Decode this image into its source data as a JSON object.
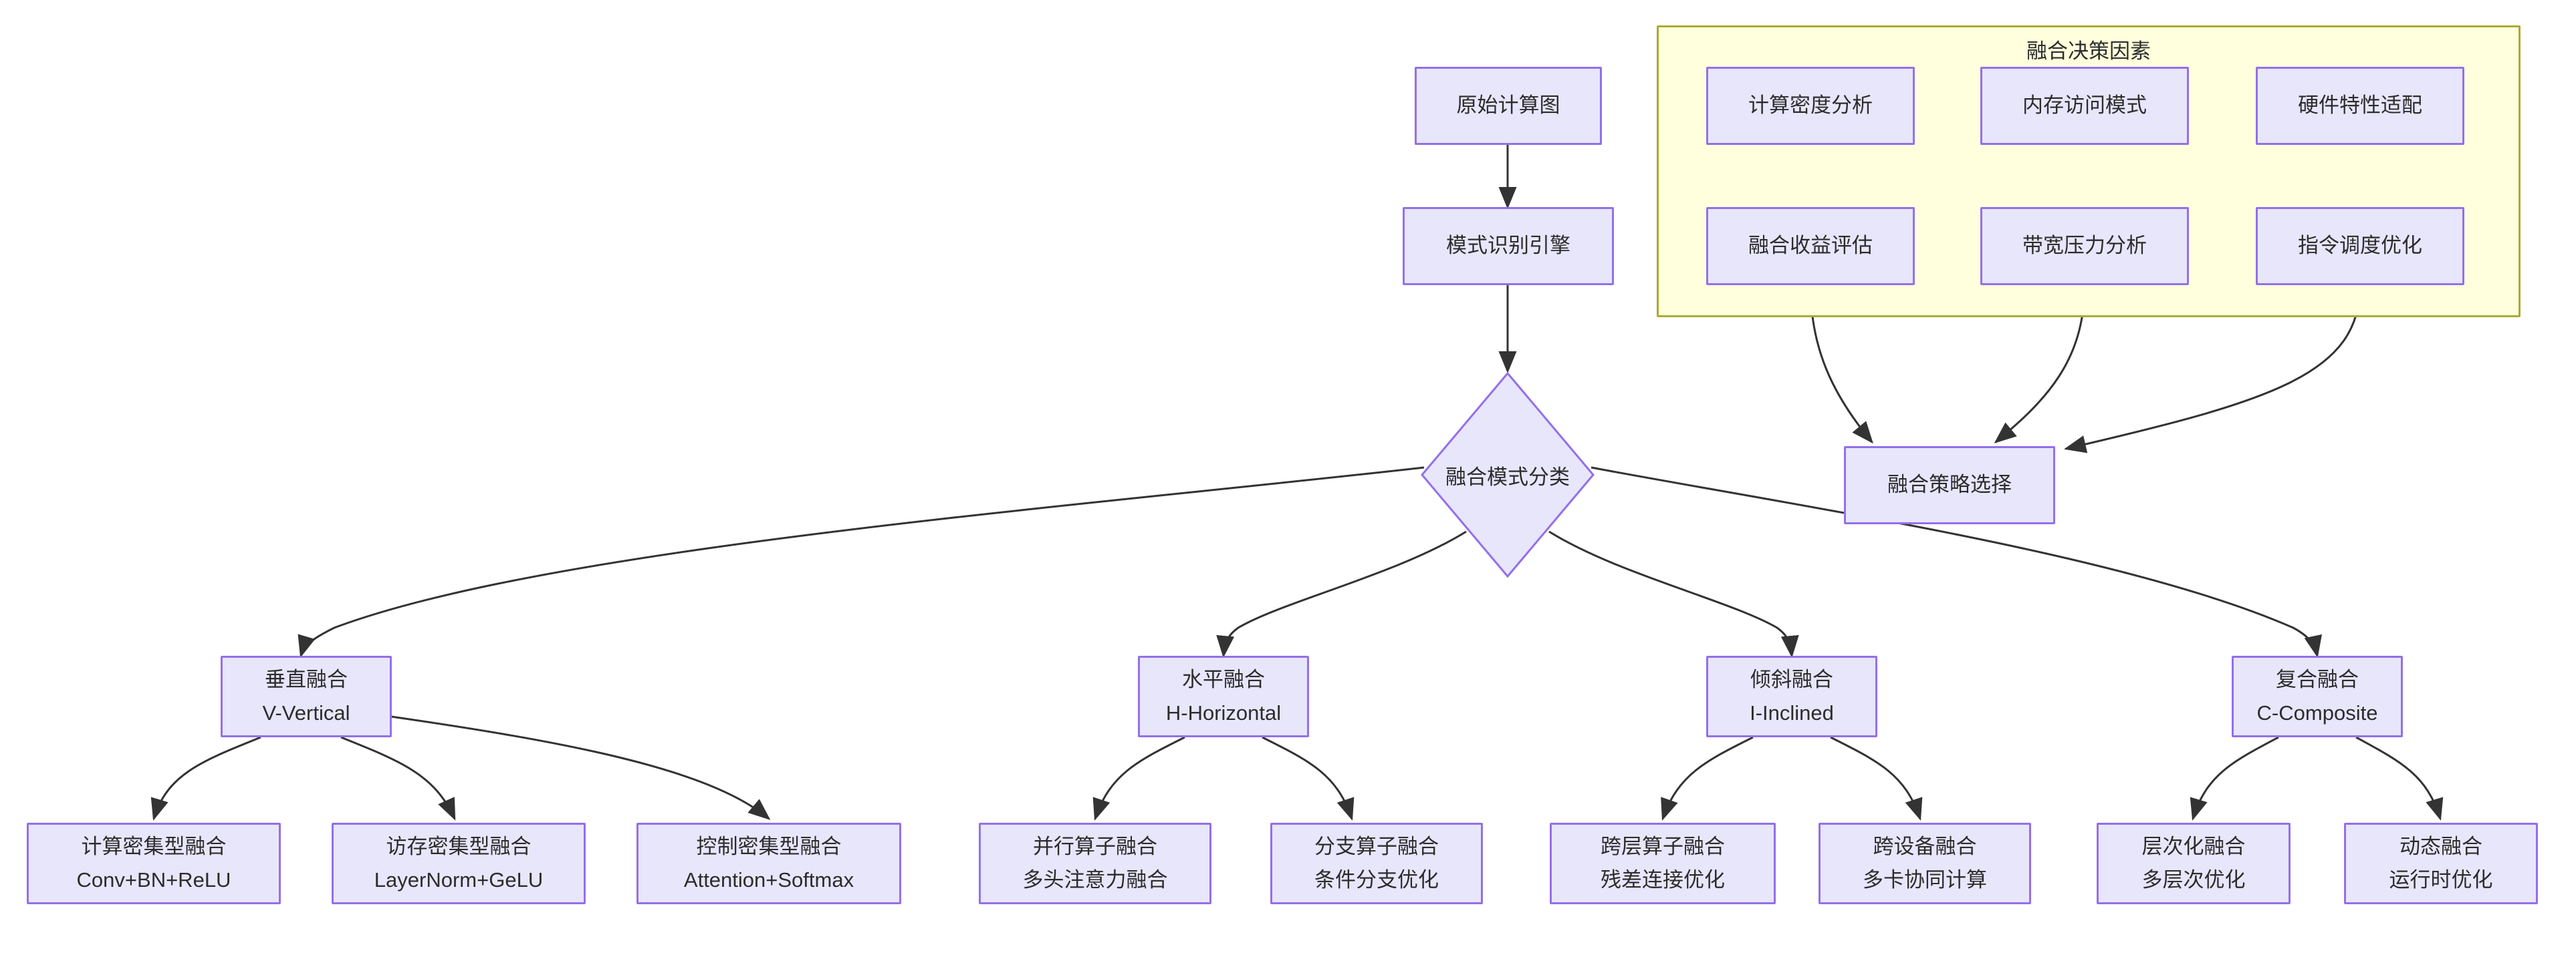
{
  "diagram": {
    "type": "flowchart",
    "direction": "top-down",
    "title_visible": false,
    "colors": {
      "node_fill": "#e8e6fb",
      "node_stroke": "#9370e8",
      "cluster_fill": "#ffffdd",
      "cluster_stroke": "#aaaa33",
      "edge_stroke": "#333333",
      "text": "#2c2c2c",
      "background": "#ffffff"
    },
    "cluster": {
      "id": "fusion-decision-factors",
      "title": "融合决策因素"
    },
    "nodes": [
      {
        "id": "raw-graph",
        "line1": "原始计算图",
        "line2": "",
        "shape": "rect"
      },
      {
        "id": "pattern-engine",
        "line1": "模式识别引擎",
        "line2": "",
        "shape": "rect"
      },
      {
        "id": "pattern-classify",
        "line1": "融合模式分类",
        "line2": "",
        "shape": "diamond"
      },
      {
        "id": "compute-density",
        "line1": "计算密度分析",
        "line2": "",
        "shape": "rect"
      },
      {
        "id": "memory-access",
        "line1": "内存访问模式",
        "line2": "",
        "shape": "rect"
      },
      {
        "id": "hardware-fit",
        "line1": "硬件特性适配",
        "line2": "",
        "shape": "rect"
      },
      {
        "id": "benefit-eval",
        "line1": "融合收益评估",
        "line2": "",
        "shape": "rect"
      },
      {
        "id": "bandwidth-press",
        "line1": "带宽压力分析",
        "line2": "",
        "shape": "rect"
      },
      {
        "id": "instr-sched",
        "line1": "指令调度优化",
        "line2": "",
        "shape": "rect"
      },
      {
        "id": "strategy-select",
        "line1": "融合策略选择",
        "line2": "",
        "shape": "rect"
      },
      {
        "id": "vertical",
        "line1": "垂直融合",
        "line2": "V-Vertical",
        "shape": "rect"
      },
      {
        "id": "horizontal",
        "line1": "水平融合",
        "line2": "H-Horizontal",
        "shape": "rect"
      },
      {
        "id": "inclined",
        "line1": "倾斜融合",
        "line2": "I-Inclined",
        "shape": "rect"
      },
      {
        "id": "composite",
        "line1": "复合融合",
        "line2": "C-Composite",
        "shape": "rect"
      },
      {
        "id": "compute-intensive",
        "line1": "计算密集型融合",
        "line2": "Conv+BN+ReLU",
        "shape": "rect"
      },
      {
        "id": "memory-intensive",
        "line1": "访存密集型融合",
        "line2": "LayerNorm+GeLU",
        "shape": "rect"
      },
      {
        "id": "control-intensive",
        "line1": "控制密集型融合",
        "line2": "Attention+Softmax",
        "shape": "rect"
      },
      {
        "id": "parallel-op",
        "line1": "并行算子融合",
        "line2": "多头注意力融合",
        "shape": "rect"
      },
      {
        "id": "branch-op",
        "line1": "分支算子融合",
        "line2": "条件分支优化",
        "shape": "rect"
      },
      {
        "id": "cross-layer",
        "line1": "跨层算子融合",
        "line2": "残差连接优化",
        "shape": "rect"
      },
      {
        "id": "cross-device",
        "line1": "跨设备融合",
        "line2": "多卡协同计算",
        "shape": "rect"
      },
      {
        "id": "hierarchical",
        "line1": "层次化融合",
        "line2": "多层次优化",
        "shape": "rect"
      },
      {
        "id": "dynamic",
        "line1": "动态融合",
        "line2": "运行时优化",
        "shape": "rect"
      }
    ],
    "edges": [
      {
        "from": "raw-graph",
        "to": "pattern-engine"
      },
      {
        "from": "pattern-engine",
        "to": "pattern-classify"
      },
      {
        "from": "pattern-classify",
        "to": "vertical"
      },
      {
        "from": "pattern-classify",
        "to": "horizontal"
      },
      {
        "from": "pattern-classify",
        "to": "inclined"
      },
      {
        "from": "pattern-classify",
        "to": "composite"
      },
      {
        "from": "vertical",
        "to": "compute-intensive"
      },
      {
        "from": "vertical",
        "to": "memory-intensive"
      },
      {
        "from": "vertical",
        "to": "control-intensive"
      },
      {
        "from": "horizontal",
        "to": "parallel-op"
      },
      {
        "from": "horizontal",
        "to": "branch-op"
      },
      {
        "from": "inclined",
        "to": "cross-layer"
      },
      {
        "from": "inclined",
        "to": "cross-device"
      },
      {
        "from": "composite",
        "to": "hierarchical"
      },
      {
        "from": "composite",
        "to": "dynamic"
      },
      {
        "from": "compute-density",
        "to": "benefit-eval"
      },
      {
        "from": "memory-access",
        "to": "bandwidth-press"
      },
      {
        "from": "hardware-fit",
        "to": "instr-sched"
      },
      {
        "from": "benefit-eval",
        "to": "strategy-select"
      },
      {
        "from": "bandwidth-press",
        "to": "strategy-select"
      },
      {
        "from": "instr-sched",
        "to": "strategy-select"
      }
    ]
  }
}
